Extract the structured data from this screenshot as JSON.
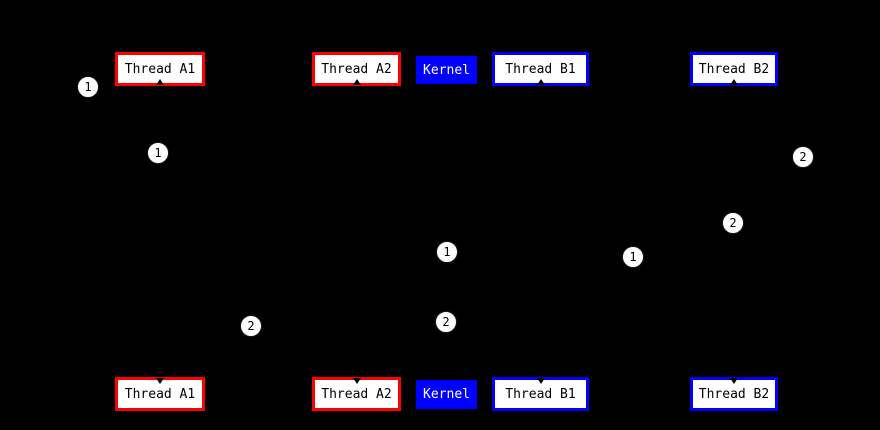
{
  "diagram": {
    "description": "Thread scheduling diagram: two snapshots (top and bottom) of user threads and kernel, with numbered step markers",
    "background": "#000000",
    "colors": {
      "thread_a_border": "#ff0000",
      "thread_b_border": "#0000ff",
      "kernel_fill": "#0000ff",
      "kernel_text": "#ffffff",
      "node_fill": "#ffffff",
      "node_text": "#000000",
      "marker_fill": "#ffffff",
      "marker_text": "#000000"
    },
    "top_row": {
      "nodes": [
        {
          "label": "Thread A1"
        },
        {
          "label": "Thread A2"
        },
        {
          "label": "Kernel"
        },
        {
          "label": "Thread B1"
        },
        {
          "label": "Thread B2"
        }
      ]
    },
    "bottom_row": {
      "nodes": [
        {
          "label": "Thread A1"
        },
        {
          "label": "Thread A2"
        },
        {
          "label": "Kernel"
        },
        {
          "label": "Thread B1"
        },
        {
          "label": "Thread B2"
        }
      ]
    },
    "markers": [
      {
        "label": "1"
      },
      {
        "label": "1"
      },
      {
        "label": "1"
      },
      {
        "label": "1"
      },
      {
        "label": "2"
      },
      {
        "label": "2"
      },
      {
        "label": "2"
      },
      {
        "label": "2"
      }
    ]
  }
}
